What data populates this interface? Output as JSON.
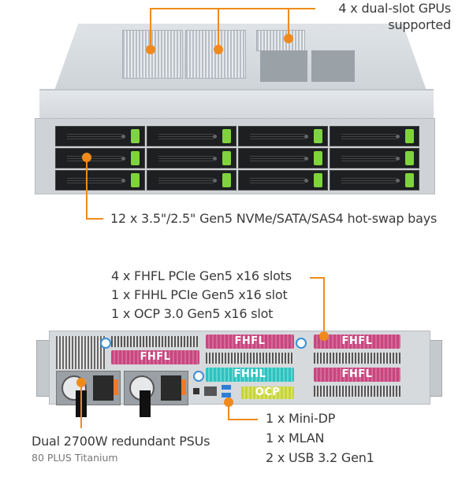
{
  "diagram": {
    "colors": {
      "callout": "#f08a1c",
      "fhfl": "#c9467f",
      "fhhl": "#2fc2bf",
      "ocp": "#c6d43c",
      "drive_latch": "#7ed43a"
    },
    "front_view": {
      "gpu_callout": {
        "line1": "4 x dual-slot GPUs",
        "line2": "supported"
      },
      "drive_callout": "12 x 3.5\"/2.5\" Gen5 NVMe/SATA/SAS4 hot-swap bays",
      "drive_bays": {
        "rows": 3,
        "columns": 4,
        "count": 12
      }
    },
    "rear_view": {
      "slots_callout": [
        "4 x FHFL PCIe Gen5 x16 slots",
        "1 x FHHL PCIe Gen5 x16 slot",
        "1 x OCP 3.0 Gen5 x16 slot"
      ],
      "slot_labels": {
        "fhfl_left": "FHFL",
        "fhfl_center": "FHFL",
        "fhhl_center": "FHHL",
        "ocp": "OCP",
        "fhfl_right_top": "FHFL",
        "fhfl_right_bottom": "FHFL"
      },
      "psu_callout": {
        "title": "Dual 2700W redundant PSUs",
        "subtitle": "80 PLUS Titanium"
      },
      "io_callout": [
        "1 x Mini-DP",
        "1 x MLAN",
        "2 x USB 3.2 Gen1"
      ]
    }
  }
}
